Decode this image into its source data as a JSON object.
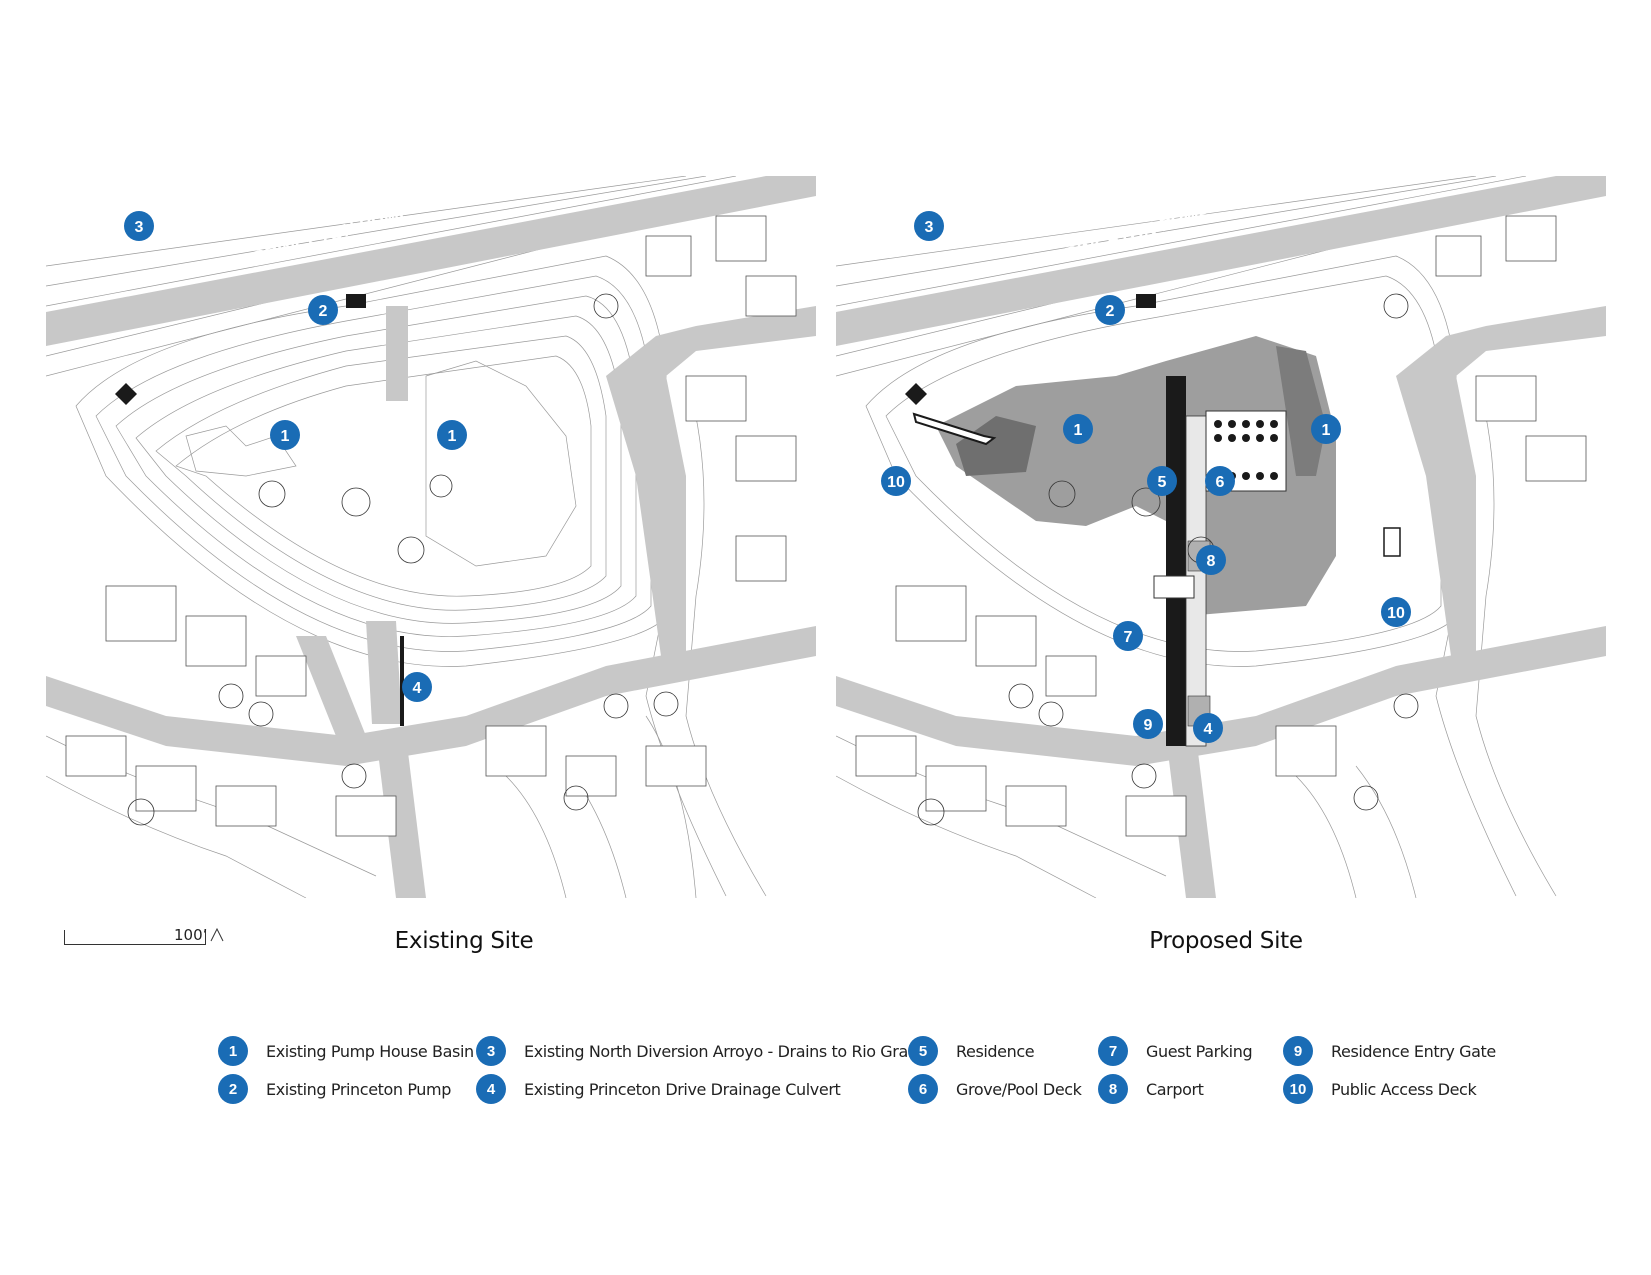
{
  "road_label": "PRINCETON PUMP",
  "plans": {
    "existing": {
      "caption": "Existing Site",
      "markers": [
        "3",
        "2",
        "1",
        "1",
        "4"
      ]
    },
    "proposed": {
      "caption": "Proposed Site",
      "markers": [
        "3",
        "2",
        "1",
        "1",
        "10",
        "5",
        "6",
        "8",
        "10",
        "7",
        "9",
        "4"
      ]
    }
  },
  "scale": {
    "label": "100’"
  },
  "legend": [
    {
      "num": "1",
      "label": "Existing Pump House Basin"
    },
    {
      "num": "2",
      "label": "Existing Princeton Pump"
    },
    {
      "num": "3",
      "label": "Existing North Diversion Arroyo - Drains to Rio Grande"
    },
    {
      "num": "4",
      "label": "Existing Princeton Drive Drainage Culvert"
    },
    {
      "num": "5",
      "label": "Residence"
    },
    {
      "num": "6",
      "label": "Grove/Pool Deck"
    },
    {
      "num": "7",
      "label": "Guest Parking"
    },
    {
      "num": "8",
      "label": "Carport"
    },
    {
      "num": "9",
      "label": "Residence Entry Gate"
    },
    {
      "num": "10",
      "label": "Public Access Deck"
    }
  ],
  "colors": {
    "marker": "#1a6cb5",
    "road": "#c8c8c8",
    "basin": "#9e9e9e",
    "basin_dark": "#6f6f6f"
  }
}
